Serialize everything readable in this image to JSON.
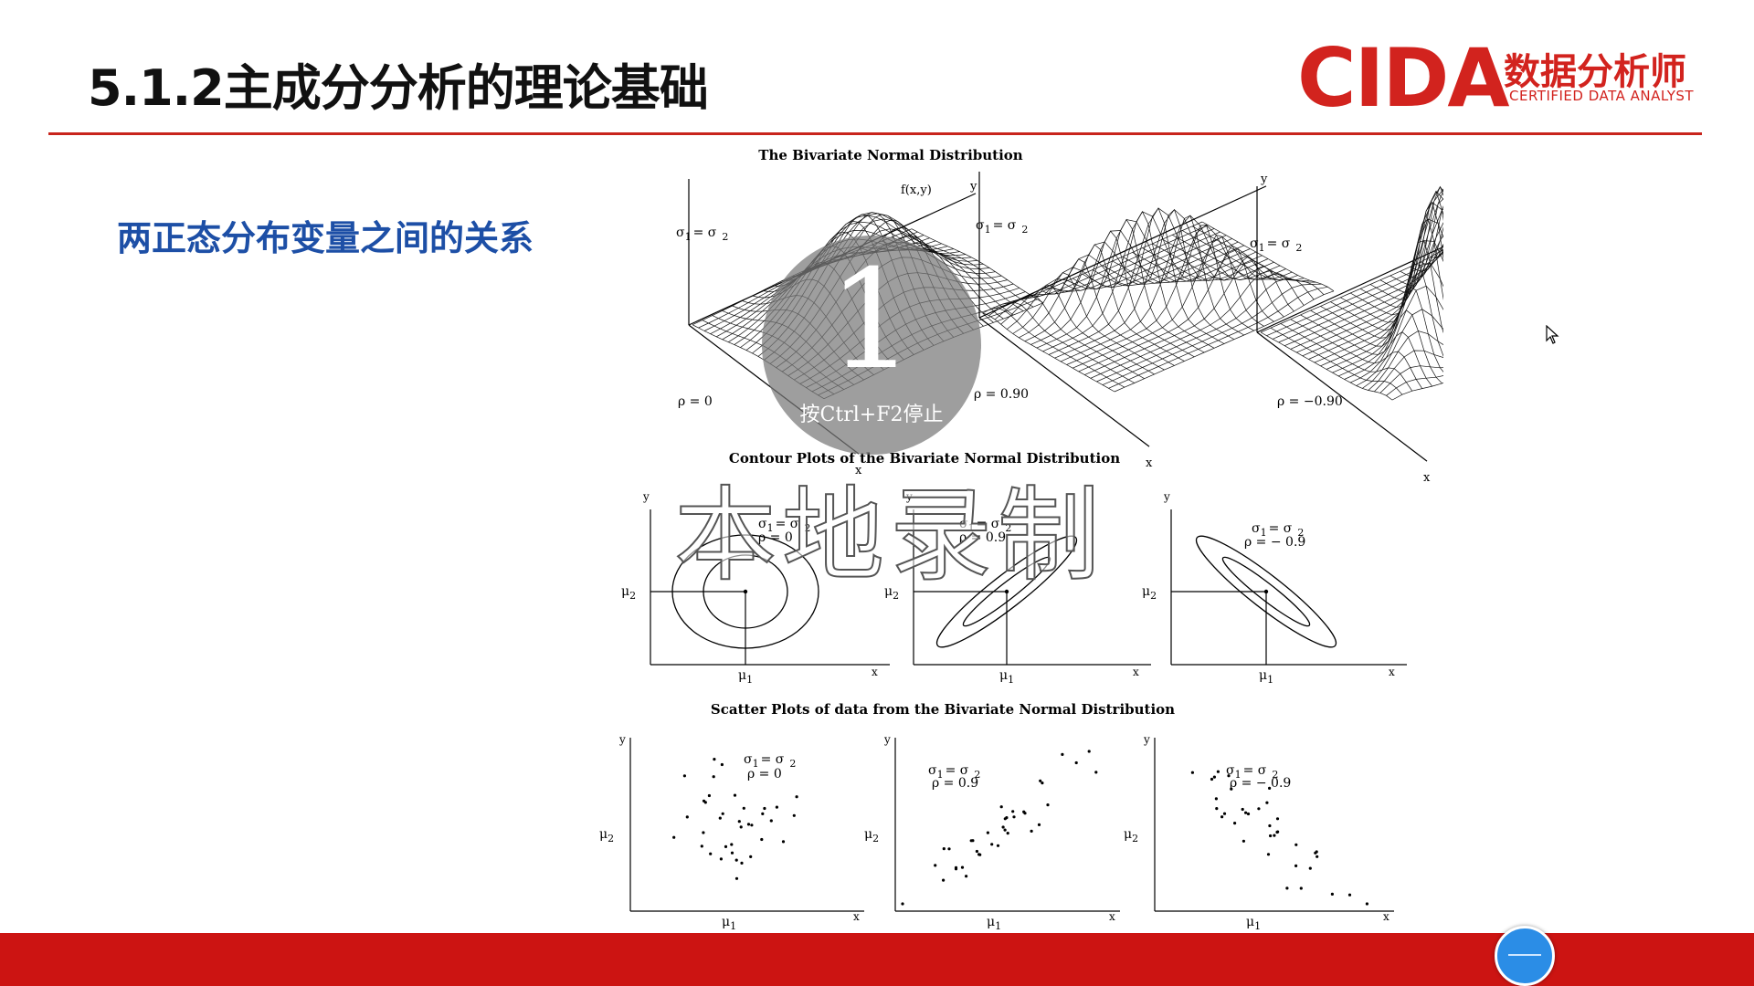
{
  "slide": {
    "title": "5.1.2主成分分析的理论基础",
    "subtitle": "两正态分布变量之间的关系"
  },
  "logo": {
    "mark": "CIDA",
    "cn": "数据分析师",
    "en": "CERTIFIED DATA ANALYST"
  },
  "figure": {
    "surface_title": "The Bivariate Normal Distribution",
    "contour_title": "Contour Plots of the Bivariate Normal Distribution",
    "scatter_title": "Scatter Plots of data from the Bivariate Normal Distribution",
    "fxy": "f(x,y)",
    "sigma_lhs": "σ",
    "sigma_sub1": "1",
    "sigma_eq": "= σ",
    "sigma_sub2": "2",
    "axis_x": "x",
    "axis_y": "y",
    "mu": "μ",
    "mu_sub1": "1",
    "mu_sub2": "2",
    "surfaces": [
      {
        "rho_label": "ρ = 0",
        "rho": 0
      },
      {
        "rho_label": "ρ = 0.90",
        "rho": 0.9
      },
      {
        "rho_label": "ρ = −0.90",
        "rho": -0.9
      }
    ],
    "contours": [
      {
        "rho_label": "ρ = 0",
        "rho": 0
      },
      {
        "rho_label": "ρ = 0.9",
        "rho": 0.9
      },
      {
        "rho_label": "ρ = − 0.9",
        "rho": -0.9
      }
    ],
    "scatters": [
      {
        "rho_label": "ρ = 0",
        "rho": 0
      },
      {
        "rho_label": "ρ = 0.9",
        "rho": 0.9
      },
      {
        "rho_label": "ρ = − 0.9",
        "rho": -0.9
      }
    ]
  },
  "overlay": {
    "count": "1",
    "hint": "按Ctrl+F2停止",
    "watermark": "本地录制"
  },
  "colors": {
    "brand_red": "#d2231e",
    "subtitle_blue": "#1d4fa6",
    "bottom_bar": "#cc1412",
    "record_button": "#2b8de6"
  }
}
